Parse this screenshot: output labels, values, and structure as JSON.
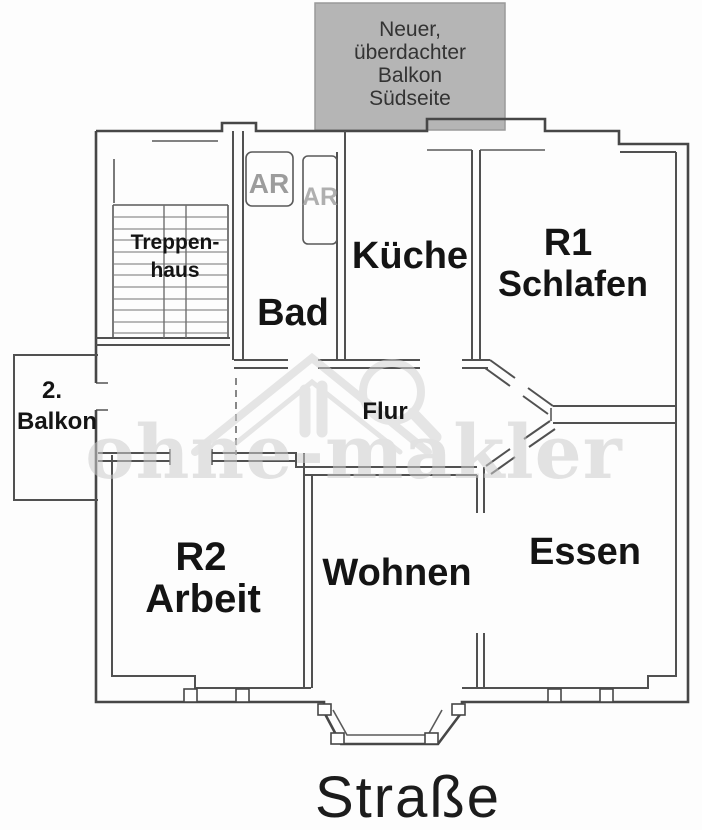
{
  "plan": {
    "balcony_note": {
      "line1": "Neuer,",
      "line2": "überdachter",
      "line3": "Balkon",
      "line4": "Südseite"
    },
    "rooms": {
      "treppenhaus": {
        "line1": "Treppen-",
        "line2": "haus"
      },
      "bad": "Bad",
      "storage1": "AR",
      "storage2": "AR",
      "kueche": "Küche",
      "r1": {
        "line1": "R1",
        "line2": "Schlafen"
      },
      "flur": "Flur",
      "balkon2": {
        "line1": "2.",
        "line2": "Balkon"
      },
      "r2": {
        "line1": "R2",
        "line2": "Arbeit"
      },
      "wohnen": "Wohnen",
      "essen": "Essen"
    },
    "street": "Straße",
    "watermark": "ohne-makler",
    "colors": {
      "wall": "#474747",
      "balcony_fill": "#b5b5b5",
      "room_label": "#141414",
      "storage_label": "#9c9c9c",
      "watermark": "#cccccc"
    }
  }
}
